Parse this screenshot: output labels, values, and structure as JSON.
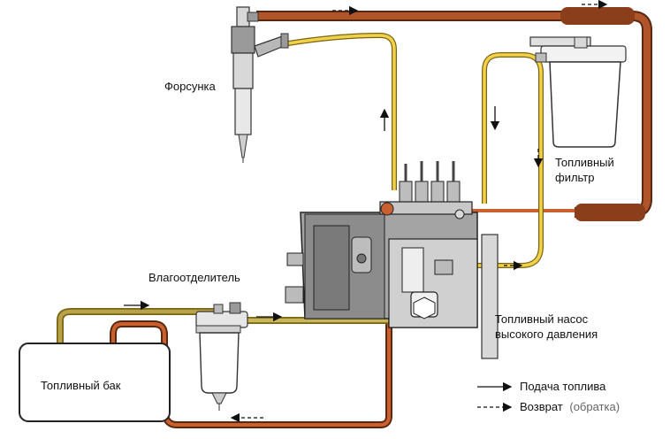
{
  "labels": {
    "injector": "Форсунка",
    "water_separator": "Влагоотделитель",
    "fuel_filter_line1": "Топливный",
    "fuel_filter_line2": "фильтр",
    "fuel_tank": "Топливный бак",
    "pump_line1": "Топливный насос",
    "pump_line2": "высокого давления"
  },
  "legend": {
    "supply": "Подача топлива",
    "return_main": "Возврат",
    "return_note": "(обратка)"
  },
  "colors": {
    "supply_line": "#f2d14a",
    "supply_edge": "#7a6412",
    "return_line": "#b0552a",
    "return_edge": "#5a2710",
    "filter_to_pump": "#e88a4a",
    "metal_dark": "#333333",
    "metal_mid": "#9a9a9a",
    "metal_light": "#d8d8d8"
  }
}
